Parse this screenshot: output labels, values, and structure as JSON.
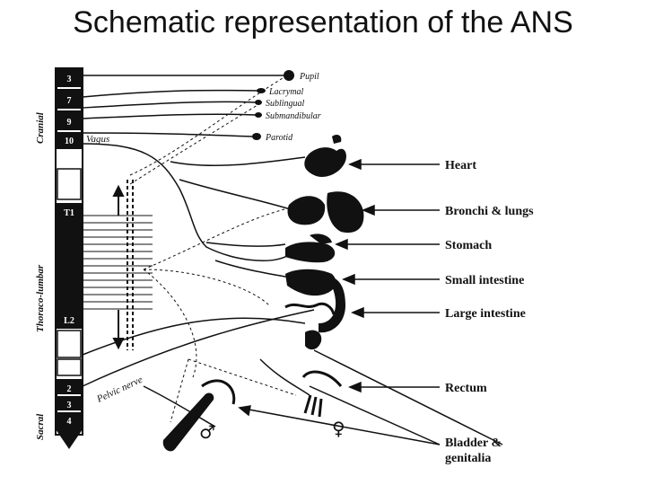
{
  "title": "Schematic representation of the ANS",
  "spine": {
    "regions": [
      "Cranial",
      "Thoraco-lumbar",
      "Sacral"
    ],
    "segments": [
      "3",
      "7",
      "9",
      "10",
      "T1",
      "L2",
      "2",
      "3",
      "4"
    ]
  },
  "glands": [
    "Pupil",
    "Lacrymal",
    "Sublingual",
    "Submandibular",
    "Parotid"
  ],
  "organs": [
    "Heart",
    "Bronchi & lungs",
    "Stomach",
    "Small intestine",
    "Large intestine",
    "Rectum",
    "Bladder & genitalia"
  ],
  "nerves": {
    "vagus": "Vagus",
    "pelvic": "Pelvic nerve"
  },
  "symbols": {
    "male": "♂",
    "female": "♀"
  }
}
